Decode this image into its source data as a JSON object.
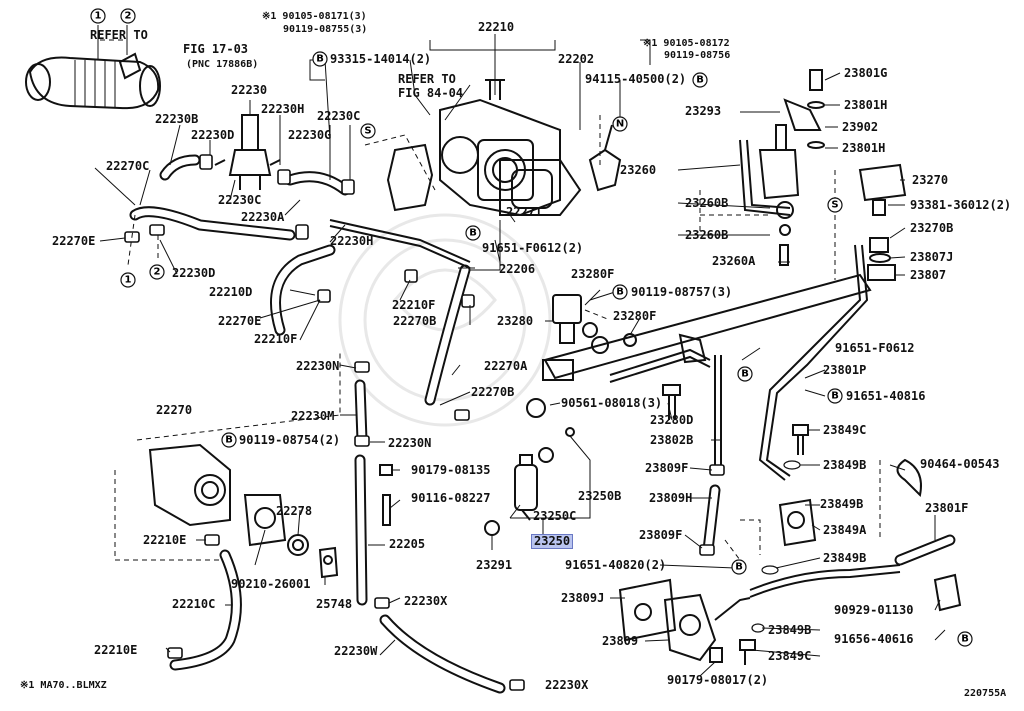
{
  "labels": {
    "p22210": "22210",
    "p22202": "22202",
    "p22271": "22271",
    "p22230": "22230",
    "p22230H": "22230H",
    "p22230B": "22230B",
    "p22230D": "22230D",
    "p22230C_top": "22230C",
    "p22230G": "22230G",
    "p22230C": "22230C",
    "p22230A": "22230A",
    "p22230H_2": "22230H",
    "p22270C": "22270C",
    "p22270E": "22270E",
    "p22230D_2": "22230D",
    "p22210D": "22210D",
    "p22270E_2": "22270E",
    "p22210F": "22210F",
    "p22210F_2": "22210F",
    "p22270B": "22270B",
    "p22206": "22206",
    "p22270A": "22270A",
    "p22270B_2": "22270B",
    "p22230N": "22230N",
    "p22230M": "22230M",
    "p22230N_2": "22230N",
    "p22270": "22270",
    "p22278": "22278",
    "p22210E": "22210E",
    "p22210C": "22210C",
    "p22210E_2": "22210E",
    "p22205": "22205",
    "p22230X": "22230X",
    "p22230W": "22230W",
    "p22230X_2": "22230X",
    "p90210": "90210-26001",
    "p25748": "25748",
    "p90179a": "90179-08135",
    "p90116": "90116-08227",
    "p90119_08754": "90119-08754(2)",
    "p23280F": "23280F",
    "p23280": "23280",
    "p23280F_2": "23280F",
    "p90119_08757": "90119-08757(3)",
    "p90561": "90561-08018(3)",
    "p23280D": "23280D",
    "p91651_F0612_2": "91651-F0612(2)",
    "p23291": "23291",
    "p23250C": "23250C",
    "p23250": "23250",
    "p23250B": "23250B",
    "p23802B": "23802B",
    "p23809F": "23809F",
    "p23809H": "23809H",
    "p23809F_2": "23809F",
    "p91651_40820": "91651-40820(2)",
    "p23809J": "23809J",
    "p23809": "23809",
    "p90179b": "90179-08017(2)",
    "p93315": "93315-14014(2)",
    "p94115": "94115-40500(2)",
    "p23293": "23293",
    "p23260": "23260",
    "p23260B": "23260B",
    "p23260B_2": "23260B",
    "p23260A": "23260A",
    "p23801G": "23801G",
    "p23801H": "23801H",
    "p23902": "23902",
    "p23801H_2": "23801H",
    "p23270": "23270",
    "p93381": "93381-36012(2)",
    "p23270B": "23270B",
    "p23807J": "23807J",
    "p23807": "23807",
    "p91651_F0612": "91651-F0612",
    "p23801P": "23801P",
    "p91651_40816": "91651-40816",
    "p23849C": "23849C",
    "p23849B": "23849B",
    "p90464": "90464-00543",
    "p23849B_2": "23849B",
    "p23849A": "23849A",
    "p23801F": "23801F",
    "p23849B_3": "23849B",
    "p90929": "90929-01130",
    "p23849B_4": "23849B",
    "p91656": "91656-40616",
    "p23849C_2": "23849C"
  },
  "notes": {
    "refer1a": "REFER TO",
    "refer1b": "FIG 17-03",
    "refer1c": "(PNC 17886B)",
    "refer2a": "REFER TO",
    "refer2b": "FIG 84-04",
    "star1a": "※1 90105-08171(3)",
    "star1b": "90119-08755(3)",
    "star2a": "※1 90105-08172",
    "star2b": "90119-08756",
    "footnote": "※1 MA70..BLMXZ",
    "figure_id": "220755A"
  },
  "markers": {
    "one": "1",
    "two": "2",
    "B": "B",
    "S": "S",
    "N": "N"
  },
  "highlight": "23250"
}
